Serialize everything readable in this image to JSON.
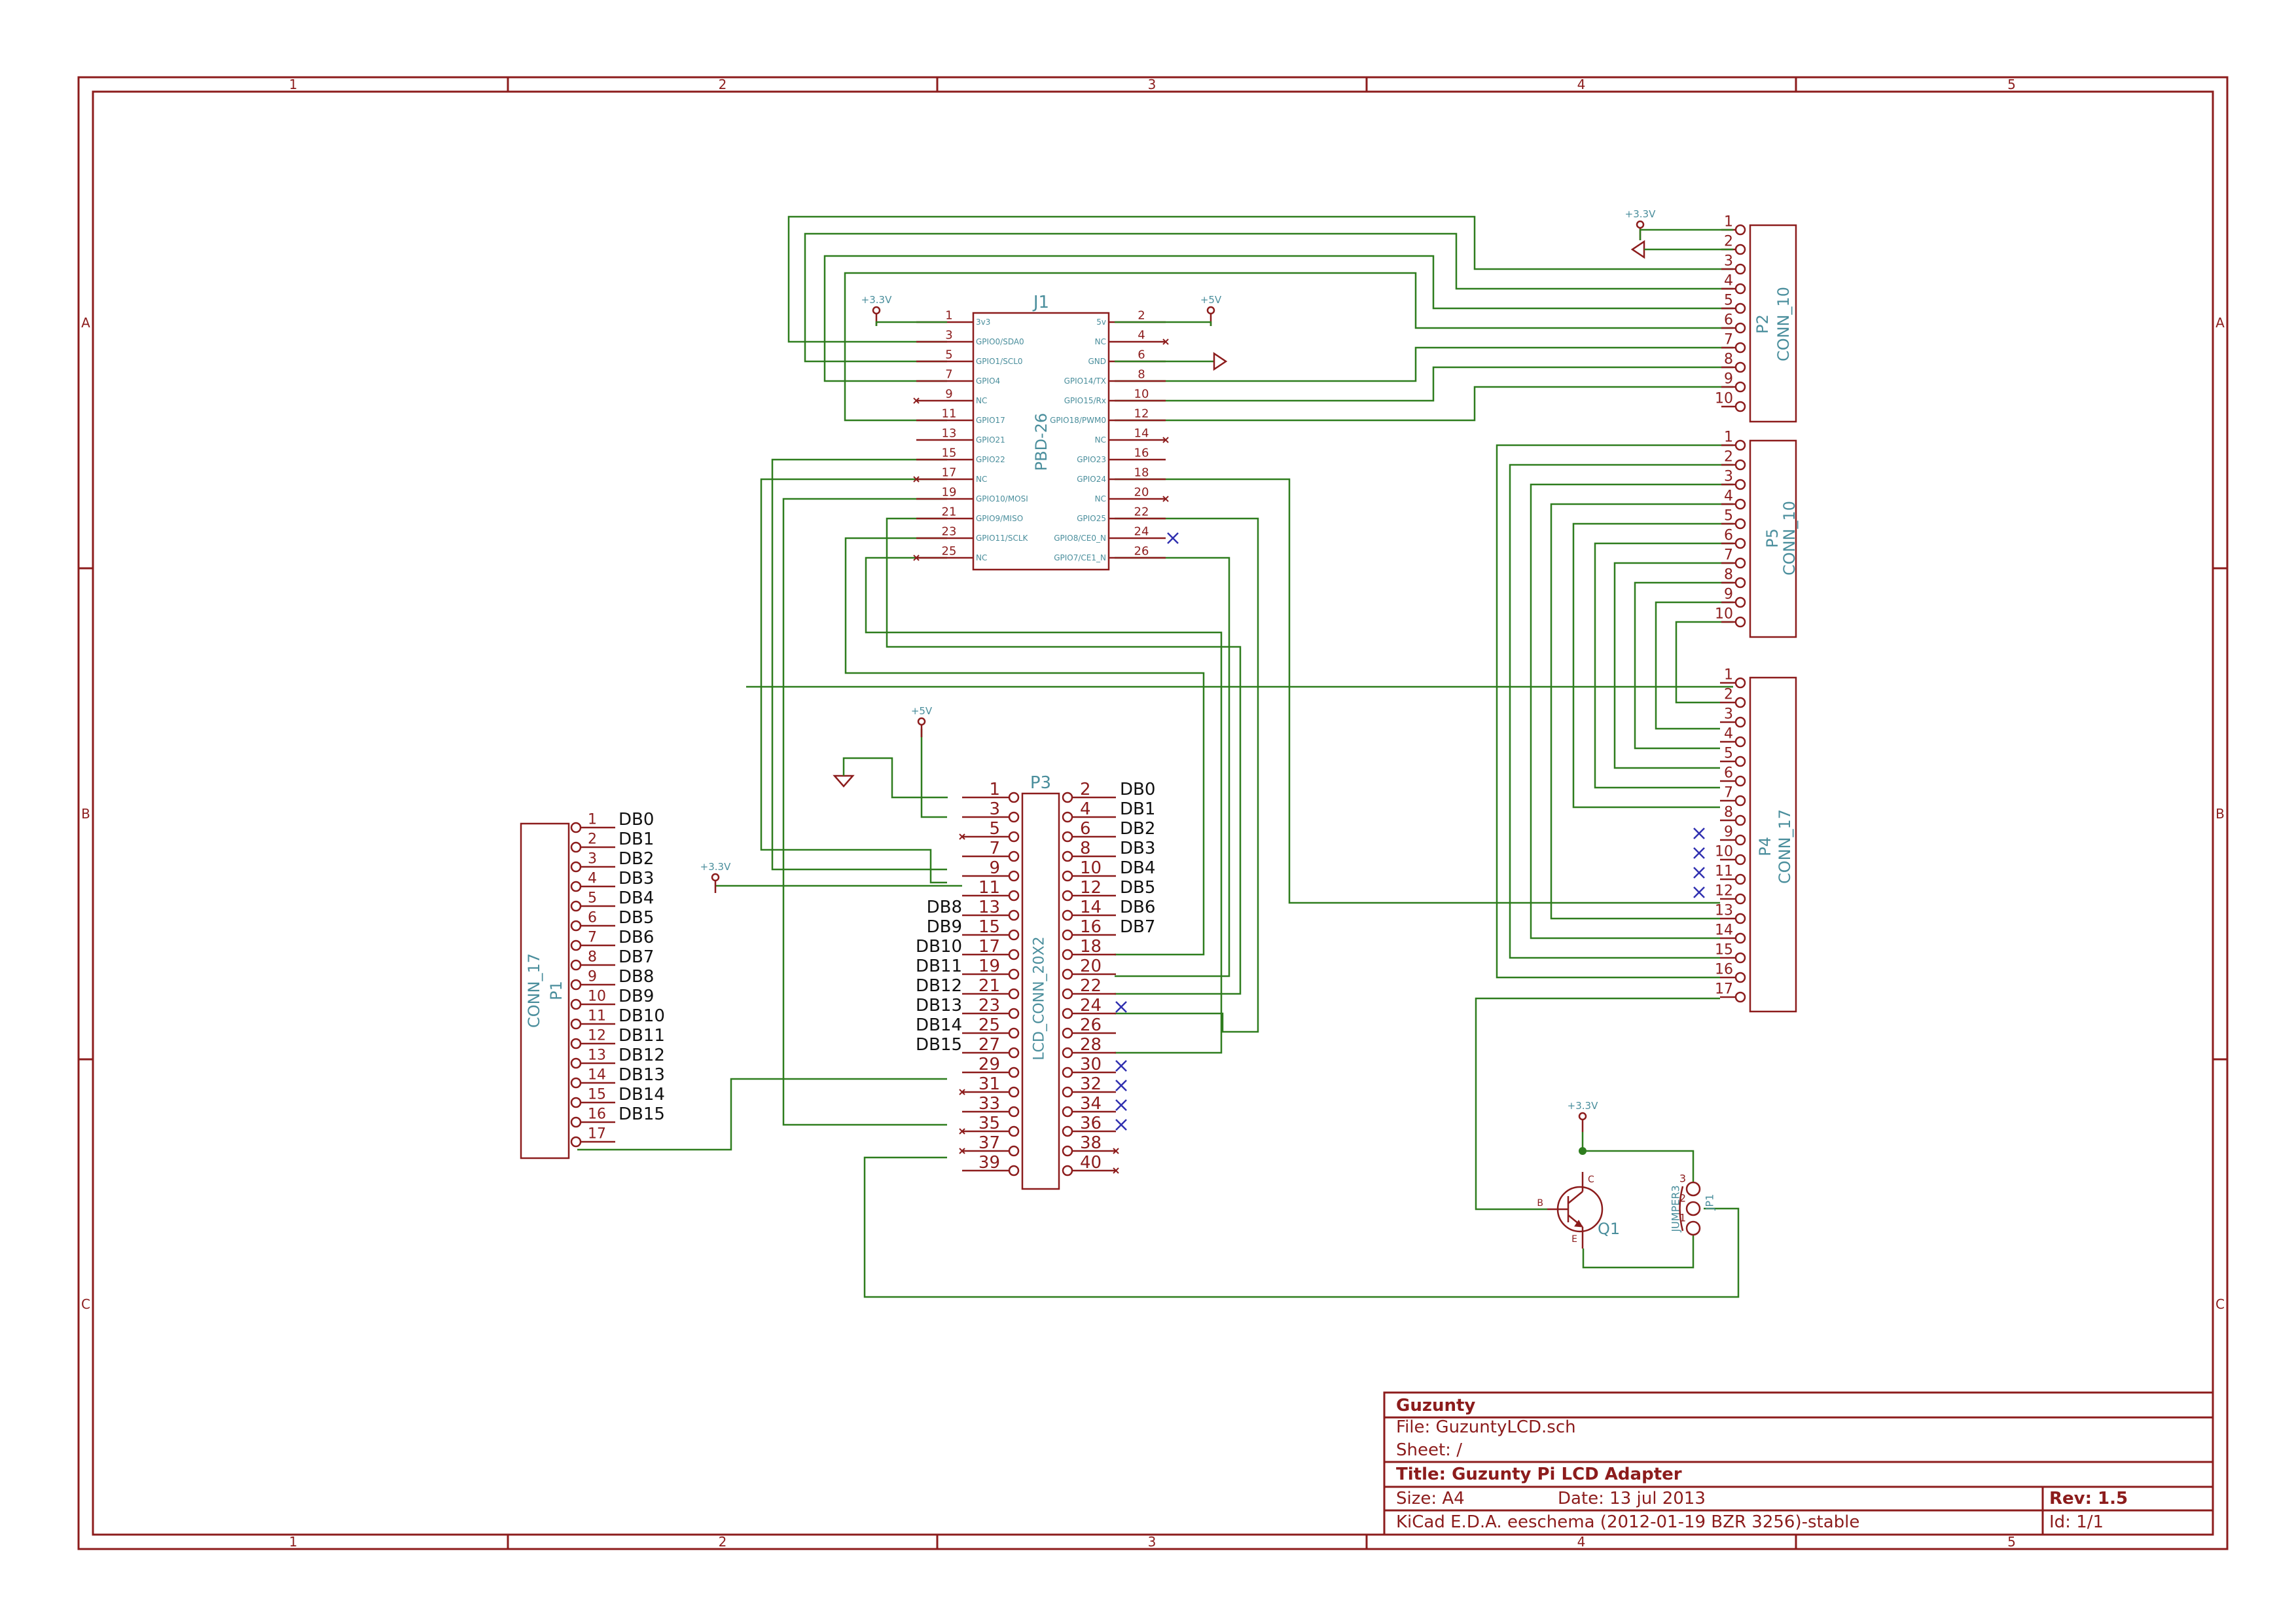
{
  "border": {
    "columns": [
      "1",
      "2",
      "3",
      "4",
      "5"
    ],
    "rows": [
      "A",
      "B",
      "C"
    ]
  },
  "title_block": {
    "company": "Guzunty",
    "file": "File: GuzuntyLCD.sch",
    "sheet": "Sheet: /",
    "title": "Title: Guzunty Pi LCD Adapter",
    "size": "Size: A4",
    "date": "Date: 13 jul 2013",
    "rev": "Rev: 1.5",
    "tool": "KiCad E.D.A.  eeschema (2012-01-19 BZR 3256)-stable",
    "id": "Id: 1/1"
  },
  "components": {
    "j1": {
      "ref": "J1",
      "value": "PBD-26",
      "pins_left": [
        {
          "num": "1",
          "name": "3v3"
        },
        {
          "num": "3",
          "name": "GPIO0/SDA0"
        },
        {
          "num": "5",
          "name": "GPIO1/SCL0"
        },
        {
          "num": "7",
          "name": "GPIO4"
        },
        {
          "num": "9",
          "name": "NC"
        },
        {
          "num": "11",
          "name": "GPIO17"
        },
        {
          "num": "13",
          "name": "GPIO21"
        },
        {
          "num": "15",
          "name": "GPIO22"
        },
        {
          "num": "17",
          "name": "NC"
        },
        {
          "num": "19",
          "name": "GPIO10/MOSI"
        },
        {
          "num": "21",
          "name": "GPIO9/MISO"
        },
        {
          "num": "23",
          "name": "GPIO11/SCLK"
        },
        {
          "num": "25",
          "name": "NC"
        }
      ],
      "pins_right": [
        {
          "num": "2",
          "name": "5v"
        },
        {
          "num": "4",
          "name": "NC"
        },
        {
          "num": "6",
          "name": "GND"
        },
        {
          "num": "8",
          "name": "GPIO14/TX"
        },
        {
          "num": "10",
          "name": "GPIO15/Rx"
        },
        {
          "num": "12",
          "name": "GPIO18/PWM0"
        },
        {
          "num": "14",
          "name": "NC"
        },
        {
          "num": "16",
          "name": "GPIO23"
        },
        {
          "num": "18",
          "name": "GPIO24"
        },
        {
          "num": "20",
          "name": "NC"
        },
        {
          "num": "22",
          "name": "GPIO25"
        },
        {
          "num": "24",
          "name": "GPIO8/CE0_N"
        },
        {
          "num": "26",
          "name": "GPIO7/CE1_N"
        }
      ]
    },
    "p2": {
      "ref": "P2",
      "value": "CONN_10",
      "pins": [
        "1",
        "2",
        "3",
        "4",
        "5",
        "6",
        "7",
        "8",
        "9",
        "10"
      ]
    },
    "p5": {
      "ref": "P5",
      "value": "CONN_10",
      "pins": [
        "1",
        "2",
        "3",
        "4",
        "5",
        "6",
        "7",
        "8",
        "9",
        "10"
      ]
    },
    "p4": {
      "ref": "P4",
      "value": "CONN_17",
      "pins": [
        "1",
        "2",
        "3",
        "4",
        "5",
        "6",
        "7",
        "8",
        "9",
        "10",
        "11",
        "12",
        "13",
        "14",
        "15",
        "16",
        "17"
      ]
    },
    "p1": {
      "ref": "P1",
      "value": "CONN_17",
      "pins": [
        "1",
        "2",
        "3",
        "4",
        "5",
        "6",
        "7",
        "8",
        "9",
        "10",
        "11",
        "12",
        "13",
        "14",
        "15",
        "16",
        "17"
      ],
      "labels": [
        "DB0",
        "DB1",
        "DB2",
        "DB3",
        "DB4",
        "DB5",
        "DB6",
        "DB7",
        "DB8",
        "DB9",
        "DB10",
        "DB11",
        "DB12",
        "DB13",
        "DB14",
        "DB15"
      ]
    },
    "p3": {
      "ref": "P3",
      "value": "LCD_CONN_20X2",
      "odd_pins": [
        "1",
        "3",
        "5",
        "7",
        "9",
        "11",
        "13",
        "15",
        "17",
        "19",
        "21",
        "23",
        "25",
        "27",
        "29",
        "31",
        "33",
        "35",
        "37",
        "39"
      ],
      "even_pins": [
        "2",
        "4",
        "6",
        "8",
        "10",
        "12",
        "14",
        "16",
        "18",
        "20",
        "22",
        "24",
        "26",
        "28",
        "30",
        "32",
        "34",
        "36",
        "38",
        "40"
      ],
      "left_labels": [
        "DB8",
        "DB9",
        "DB10",
        "DB11",
        "DB12",
        "DB13",
        "DB14",
        "DB15"
      ],
      "right_labels": [
        "DB0",
        "DB1",
        "DB2",
        "DB3",
        "DB4",
        "DB5",
        "DB6",
        "DB7"
      ]
    },
    "q1": {
      "ref": "Q1",
      "pin_b": "B",
      "pin_c": "C",
      "pin_e": "E"
    },
    "jp1": {
      "ref": "JP1",
      "value": "JUMPER3",
      "pins": [
        "3",
        "2",
        "1"
      ]
    }
  },
  "power": {
    "v33": "+3.3V",
    "v5": "+5V"
  }
}
